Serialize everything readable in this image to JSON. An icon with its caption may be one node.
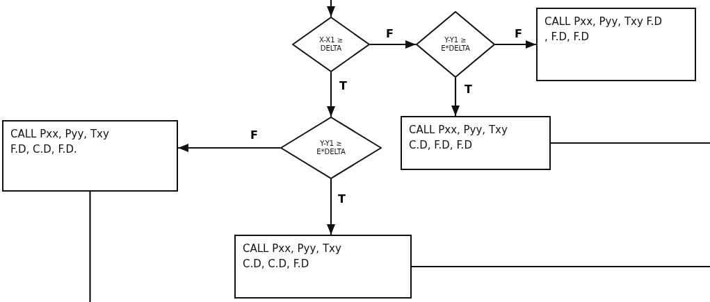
{
  "diagram": {
    "nodes": [
      {
        "text": [
          "X-X1 ≥ DELTA"
        ]
      },
      {
        "text": [
          "Y-Y1 ≥ E*DELTA"
        ]
      },
      {
        "text": [
          "CALL Pxx, Pyy, Txy F.D , F.D, F.D"
        ]
      },
      {
        "text": [
          "Y-Y1 ≥ E*DELTA"
        ]
      },
      {
        "text": [
          "CALL Pxx, Pyy, Txy C.D, F.D, F.D"
        ]
      },
      {
        "text": [
          "CALL Pxx, Pyy, Txy F.D, C.D, F.D."
        ]
      },
      {
        "text": [
          "CALL Pxx, Pyy, Txy C.D, C.D, F.D"
        ]
      }
    ],
    "edges": [
      {
        "from": null,
        "to": 0,
        "arrow": "to"
      },
      {
        "from": 0,
        "to": 1,
        "arrow": "to",
        "label": "F"
      },
      {
        "from": 1,
        "to": 2,
        "arrow": "to",
        "label": "F"
      },
      {
        "from": 0,
        "to": 3,
        "arrow": "to",
        "label": "T"
      },
      {
        "from": 1,
        "to": 4,
        "arrow": "to",
        "label": "T"
      },
      {
        "from": 3,
        "to": 5,
        "arrow": "to",
        "label": "F"
      },
      {
        "from": 3,
        "to": 6,
        "arrow": "to",
        "label": "T"
      },
      {
        "from": 4,
        "to": null,
        "arrow": "none"
      },
      {
        "from": 6,
        "to": null,
        "arrow": "none"
      },
      {
        "from": 5,
        "to": null,
        "arrow": "none"
      }
    ]
  }
}
